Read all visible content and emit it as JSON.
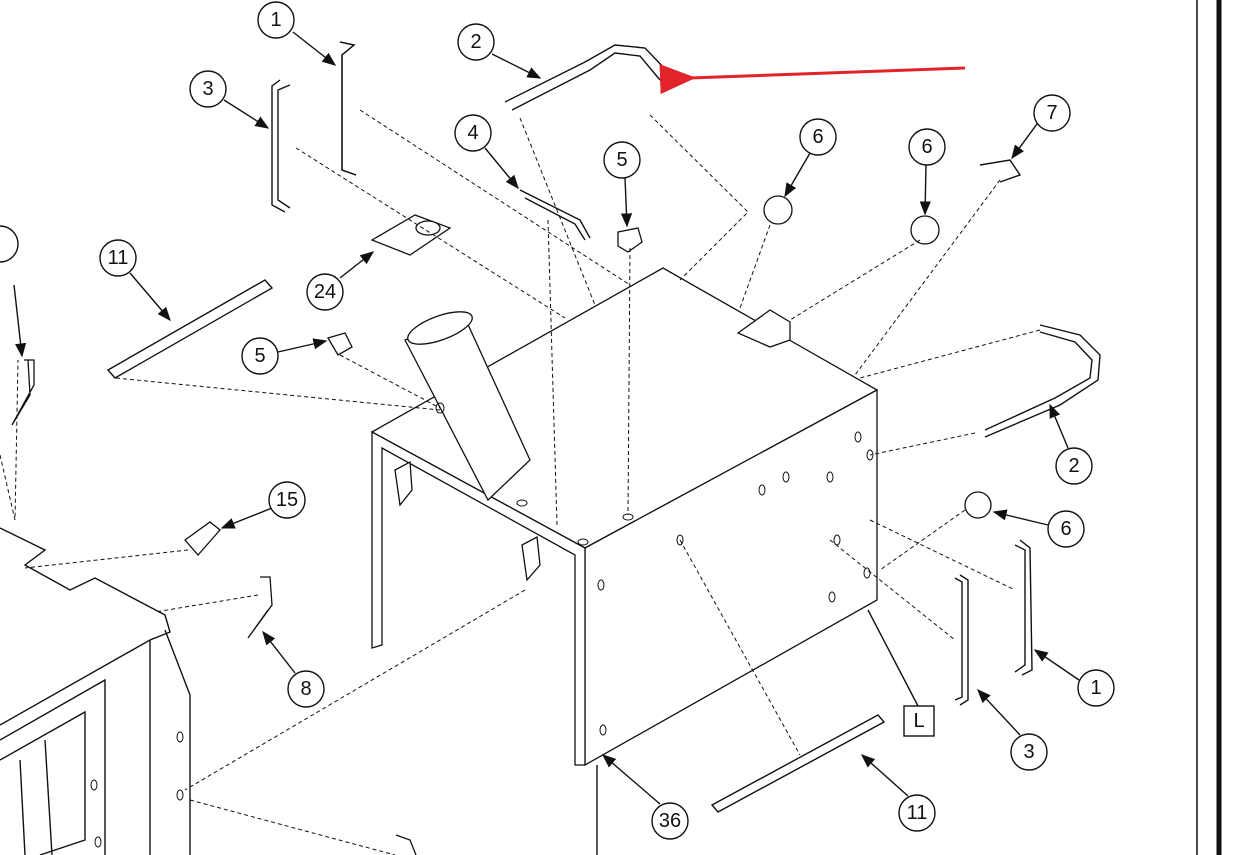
{
  "diagram": {
    "callouts": [
      "1",
      "3",
      "2",
      "4",
      "5",
      "6",
      "6",
      "7",
      "11",
      "24",
      "5",
      "2",
      "6",
      "15",
      "8",
      "1",
      "3",
      "36",
      "11"
    ],
    "location_marker": "L",
    "colors": {
      "arrow": "#e0242a",
      "line": "#111111",
      "background": "#ffffff"
    }
  }
}
